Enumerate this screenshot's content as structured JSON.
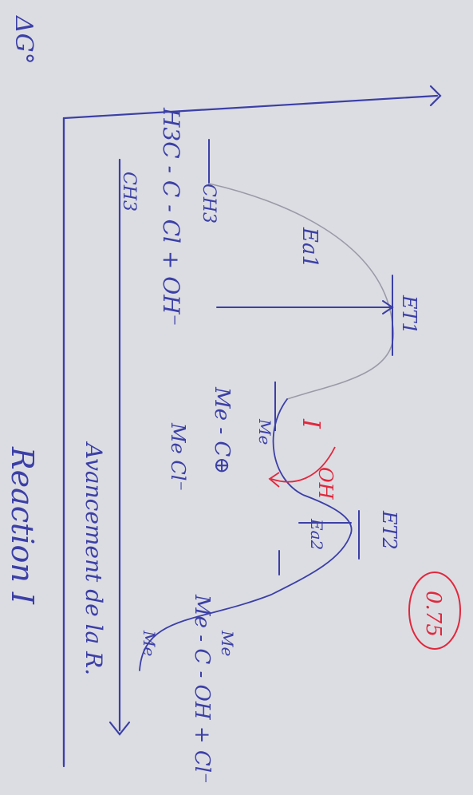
{
  "diagram": {
    "axis_y_label": "ΔG°",
    "axis_x_label": "Avancement de la R.",
    "caption": "Reaction I",
    "energy_labels": {
      "ea1": "Ea1",
      "et1": "ET1",
      "et2": "ET2",
      "ea2": "Ea2"
    },
    "reactant": {
      "top_methyl": "CH3",
      "carbon_line": "H3C - C - Cl + OH⁻",
      "bottom_methyl": "CH3"
    },
    "intermediate": {
      "marker": "I",
      "annotation": "OH",
      "top": "Me",
      "center": "Me - C⊕",
      "bottom": "Me Cl⁻"
    },
    "product": {
      "top": "Me",
      "center": "Me - C - OH + Cl⁻",
      "bottom": "Me"
    },
    "score": "0.75",
    "colors": {
      "ink_blue": "#3b3fa6",
      "ink_red": "#e0283c",
      "pencil_gray": "#9a9aa6",
      "paper": "#dcdde3"
    }
  }
}
